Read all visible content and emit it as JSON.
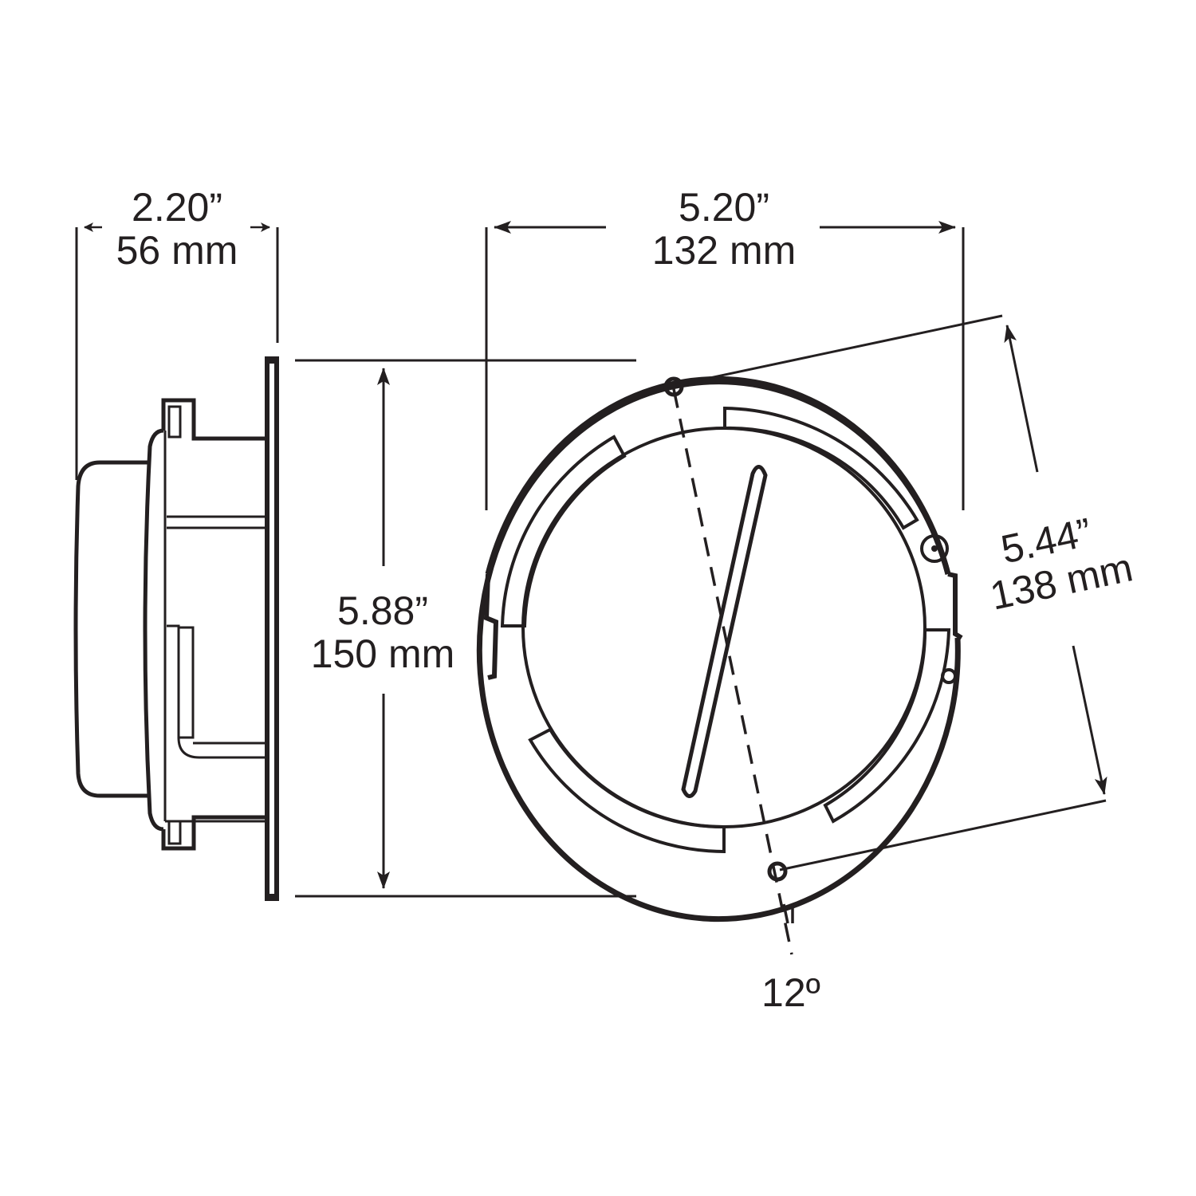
{
  "diagram": {
    "type": "technical-dimension-drawing",
    "subject": "round surface-mount lamp with flange",
    "line_color": "#231f20",
    "background": "#ffffff",
    "views": [
      {
        "name": "side-view",
        "description": "profile of lamp housing with mounting flange"
      },
      {
        "name": "front-view",
        "description": "round lamp face with mounting ring, slots, screw holes and diagonal bar"
      }
    ]
  },
  "dimensions": {
    "depth": {
      "inches": "2.20”",
      "mm": "56 mm"
    },
    "width": {
      "inches": "5.20”",
      "mm": "132 mm"
    },
    "height": {
      "inches": "5.88”",
      "mm": "150 mm"
    },
    "hole_spacing": {
      "inches": "5.44”",
      "mm": "138 mm"
    },
    "angle": {
      "label": "12º"
    }
  }
}
